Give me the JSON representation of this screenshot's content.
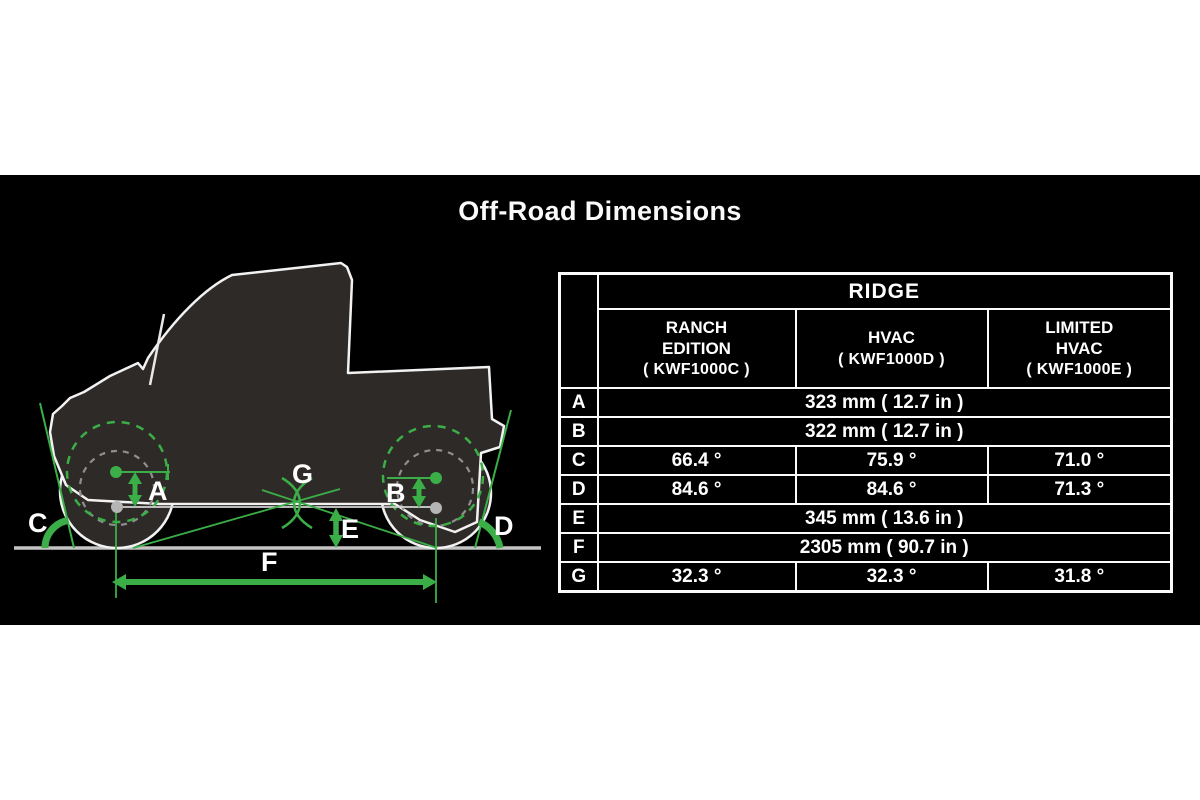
{
  "page": {
    "title": "Off-Road Dimensions"
  },
  "colors": {
    "band_background": "#000000",
    "accent_green": "#4BA744",
    "diagram_green": "#3BAE47",
    "ground_gray": "#c4c4c4",
    "text_white": "#ffffff"
  },
  "diagram": {
    "labels": {
      "a": "A",
      "b": "B",
      "c": "C",
      "d": "D",
      "e": "E",
      "f": "F",
      "g": "G"
    }
  },
  "table": {
    "brand": "RIDGE",
    "columns": [
      {
        "name": "RANCH EDITION",
        "code": "( KWF1000C )"
      },
      {
        "name": "HVAC",
        "code": "( KWF1000D )"
      },
      {
        "name": "LIMITED HVAC",
        "code": "( KWF1000E )"
      }
    ],
    "rows": [
      {
        "label": "A",
        "span": "323 mm ( 12.7 in )"
      },
      {
        "label": "B",
        "span": "322 mm ( 12.7 in )"
      },
      {
        "label": "C",
        "values": [
          "66.4 °",
          "75.9 °",
          "71.0 °"
        ]
      },
      {
        "label": "D",
        "values": [
          "84.6 °",
          "84.6 °",
          "71.3 °"
        ]
      },
      {
        "label": "E",
        "span": "345 mm ( 13.6 in )"
      },
      {
        "label": "F",
        "span": "2305 mm ( 90.7 in )"
      },
      {
        "label": "G",
        "values": [
          "32.3 °",
          "32.3 °",
          "31.8 °"
        ]
      }
    ]
  }
}
